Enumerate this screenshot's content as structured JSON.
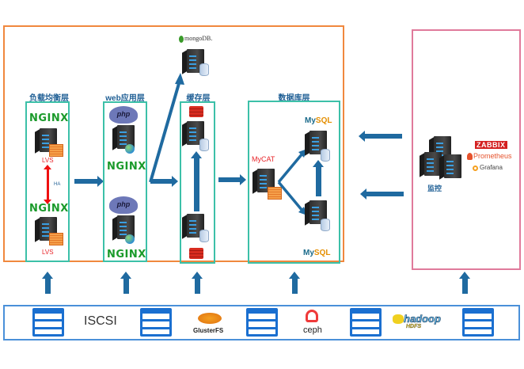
{
  "diagram": {
    "main_frame_color": "#f0883e",
    "monitor_frame_color": "#e07a9b",
    "layer_border_color": "#3cc0a8",
    "arrow_color": "#1f6aa0",
    "layers": {
      "load_balance": {
        "title": "负载均衡层",
        "top": {
          "logo": "NGINX",
          "label": "LVS"
        },
        "bottom": {
          "logo": "NGINX",
          "label": "LVS"
        },
        "ha_label": "HA"
      },
      "web": {
        "title": "web应用层",
        "top": {
          "logo": "php",
          "label": "NGINX"
        },
        "bottom": {
          "logo": "php",
          "label": "NGINX"
        }
      },
      "cache": {
        "title": "缓存层",
        "mongodb_label": "mongoDB."
      },
      "database": {
        "title": "数据库层",
        "mycat_label": "MyCAT",
        "mysql_top": {
          "my": "My",
          "sql": "SQL"
        },
        "mysql_bottom": {
          "my": "My",
          "sql": "SQL"
        }
      }
    },
    "monitor": {
      "label": "监控",
      "tools": [
        "ZABBIX",
        "Prometheus",
        "Grafana"
      ]
    },
    "storage": {
      "items": [
        "ISCSI",
        "GlusterFS",
        "ceph",
        "hadoop",
        "HDFS"
      ]
    }
  }
}
